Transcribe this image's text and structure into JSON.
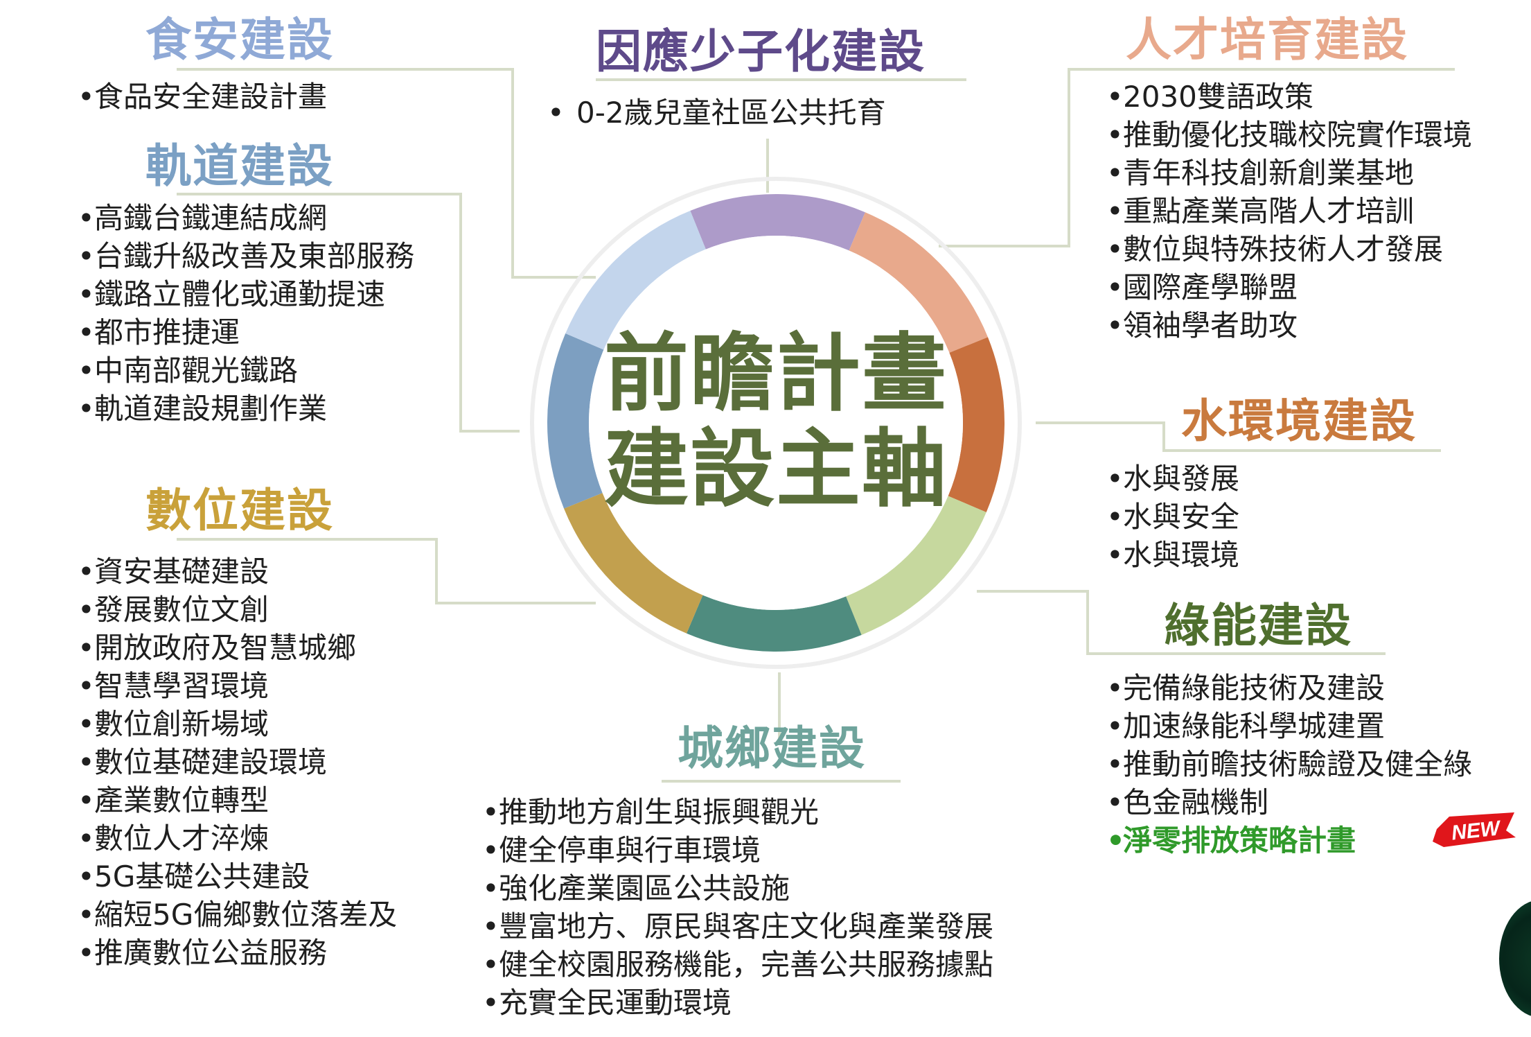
{
  "center": {
    "line1": "前瞻計畫",
    "line2": "建設主軸"
  },
  "categories": {
    "food_safety": {
      "title": "食安建設",
      "color": "#8fa9d6",
      "items": [
        "食品安全建設計畫"
      ]
    },
    "childcare": {
      "title": "因應少子化建設",
      "color": "#5e4a8a",
      "items": [
        "0-2歲兒童社區公共托育"
      ]
    },
    "talent": {
      "title": "人才培育建設",
      "color": "#e8a98c",
      "items": [
        "2030雙語政策",
        "推動優化技職校院實作環境",
        "青年科技創新創業基地",
        "重點產業高階人才培訓",
        "數位與特殊技術人才發展",
        "國際產學聯盟",
        "領袖學者助攻"
      ]
    },
    "rail": {
      "title": "軌道建設",
      "color": "#7ba0c4",
      "items": [
        "高鐵台鐵連結成網",
        "台鐵升級改善及東部服務",
        "鐵路立體化或通勤提速",
        "都市推捷運",
        "中南部觀光鐵路",
        "軌道建設規劃作業"
      ]
    },
    "water": {
      "title": "水環境建設",
      "color": "#c97a3e",
      "items": [
        "水與發展",
        "水與安全",
        "水與環境"
      ]
    },
    "digital": {
      "title": "數位建設",
      "color": "#c9a13a",
      "items": [
        "資安基礎建設",
        "發展數位文創",
        "開放政府及智慧城鄉",
        "智慧學習環境",
        "數位創新場域",
        "數位基礎建設環境",
        "產業數位轉型",
        "數位人才淬煉",
        "5G基礎公共建設",
        "縮短5G偏鄉數位落差及",
        "推廣數位公益服務"
      ]
    },
    "green_energy": {
      "title": "綠能建設",
      "color": "#4f6f2e",
      "items": [
        "完備綠能技術及建設",
        "加速綠能科學城建置",
        "推動前瞻技術驗證及健全綠",
        "色金融機制"
      ],
      "new_item": "淨零排放策略計畫",
      "new_item_color": "#2f9a2a",
      "new_badge": "NEW",
      "new_badge_color": "#e0161b"
    },
    "urban_rural": {
      "title": "城鄉建設",
      "color": "#6fa49c",
      "items": [
        "推動地方創生與振興觀光",
        "健全停車與行車環境",
        "強化產業園區公共設施",
        "豐富地方、原民與客庄文化與產業發展",
        "健全校園服務機能，完善公共服務據點",
        "充實全民運動環境"
      ]
    }
  },
  "ring_colors": [
    "#ad9bc9",
    "#e8a98c",
    "#c8703e",
    "#c6d89e",
    "#4f8c7f",
    "#c2a04e",
    "#7d9fc1",
    "#c3d5ec"
  ],
  "line_color": "#d6dcc8"
}
